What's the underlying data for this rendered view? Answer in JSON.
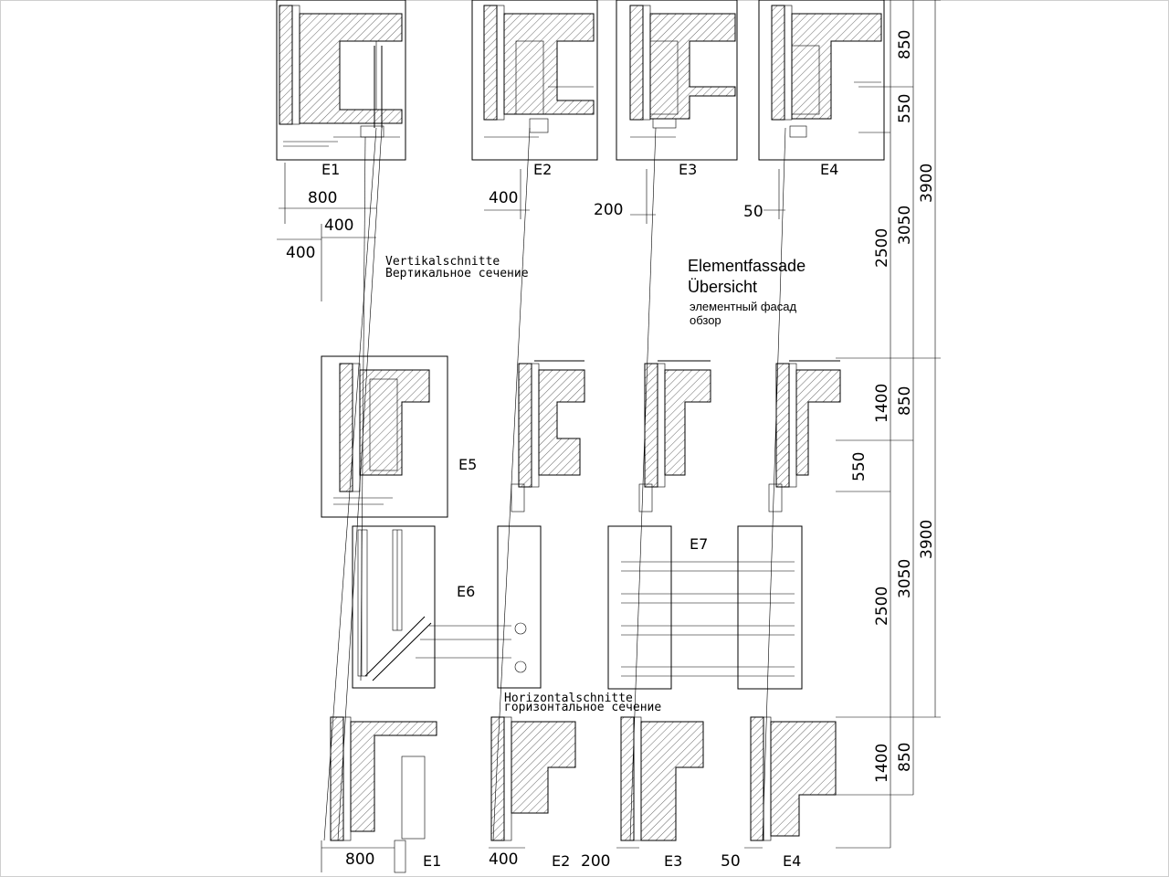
{
  "title": {
    "de_line1": "Elementfassade",
    "de_line2": "Übersicht",
    "ru_line1": "элементный фасад",
    "ru_line2": "обзор"
  },
  "section_labels": {
    "vertical_de": "Vertikalschnitte",
    "vertical_ru": "Вертикальное сечение",
    "horizontal_de": "Horizontalschnitte",
    "horizontal_ru": "горизонтальное сечение"
  },
  "elements": {
    "top": [
      "E1",
      "E2",
      "E3",
      "E4"
    ],
    "middle": [
      "E5",
      "E6",
      "E7"
    ],
    "bottom": [
      "E1",
      "E2",
      "E3",
      "E4"
    ]
  },
  "dimensions": {
    "top_offsets": [
      "800",
      "400",
      "400",
      "400",
      "200",
      "50"
    ],
    "bottom_offsets": [
      "800",
      "400",
      "200",
      "50"
    ],
    "vertical_top": [
      "850",
      "550",
      "3900",
      "3050",
      "2500"
    ],
    "vertical_mid": [
      "1400",
      "850",
      "550",
      "3900",
      "3050",
      "2500"
    ],
    "vertical_bot": [
      "1400",
      "850"
    ]
  }
}
